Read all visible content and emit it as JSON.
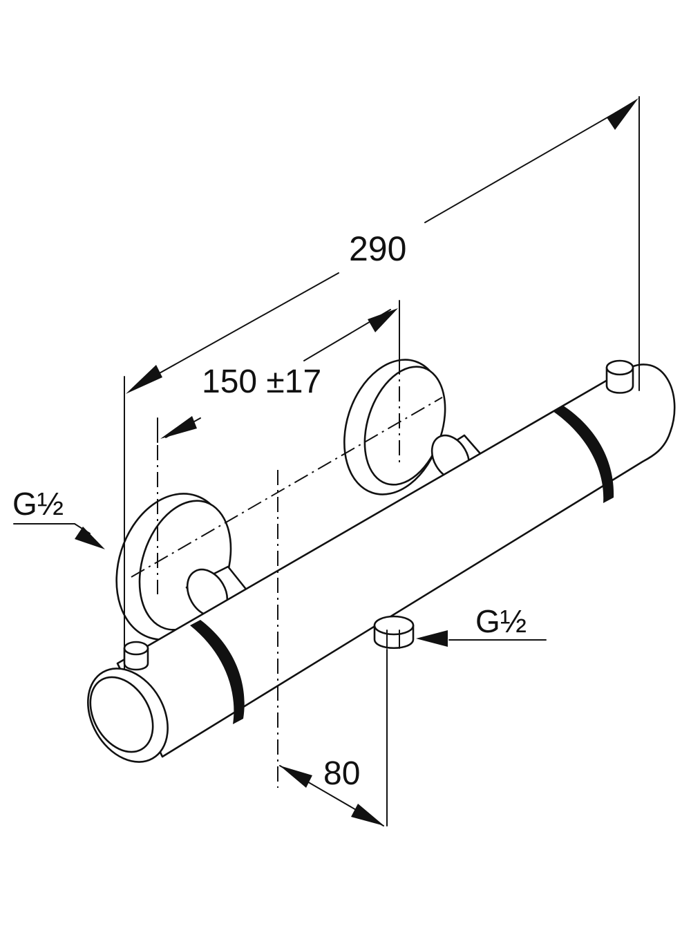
{
  "dimensions": {
    "overall_length": "290",
    "center_distance": "150 ±17",
    "outlet_offset": "80"
  },
  "connections": {
    "inlet_thread": "G½",
    "outlet_thread": "G½"
  },
  "colors": {
    "line": "#111111",
    "background": "#ffffff"
  }
}
